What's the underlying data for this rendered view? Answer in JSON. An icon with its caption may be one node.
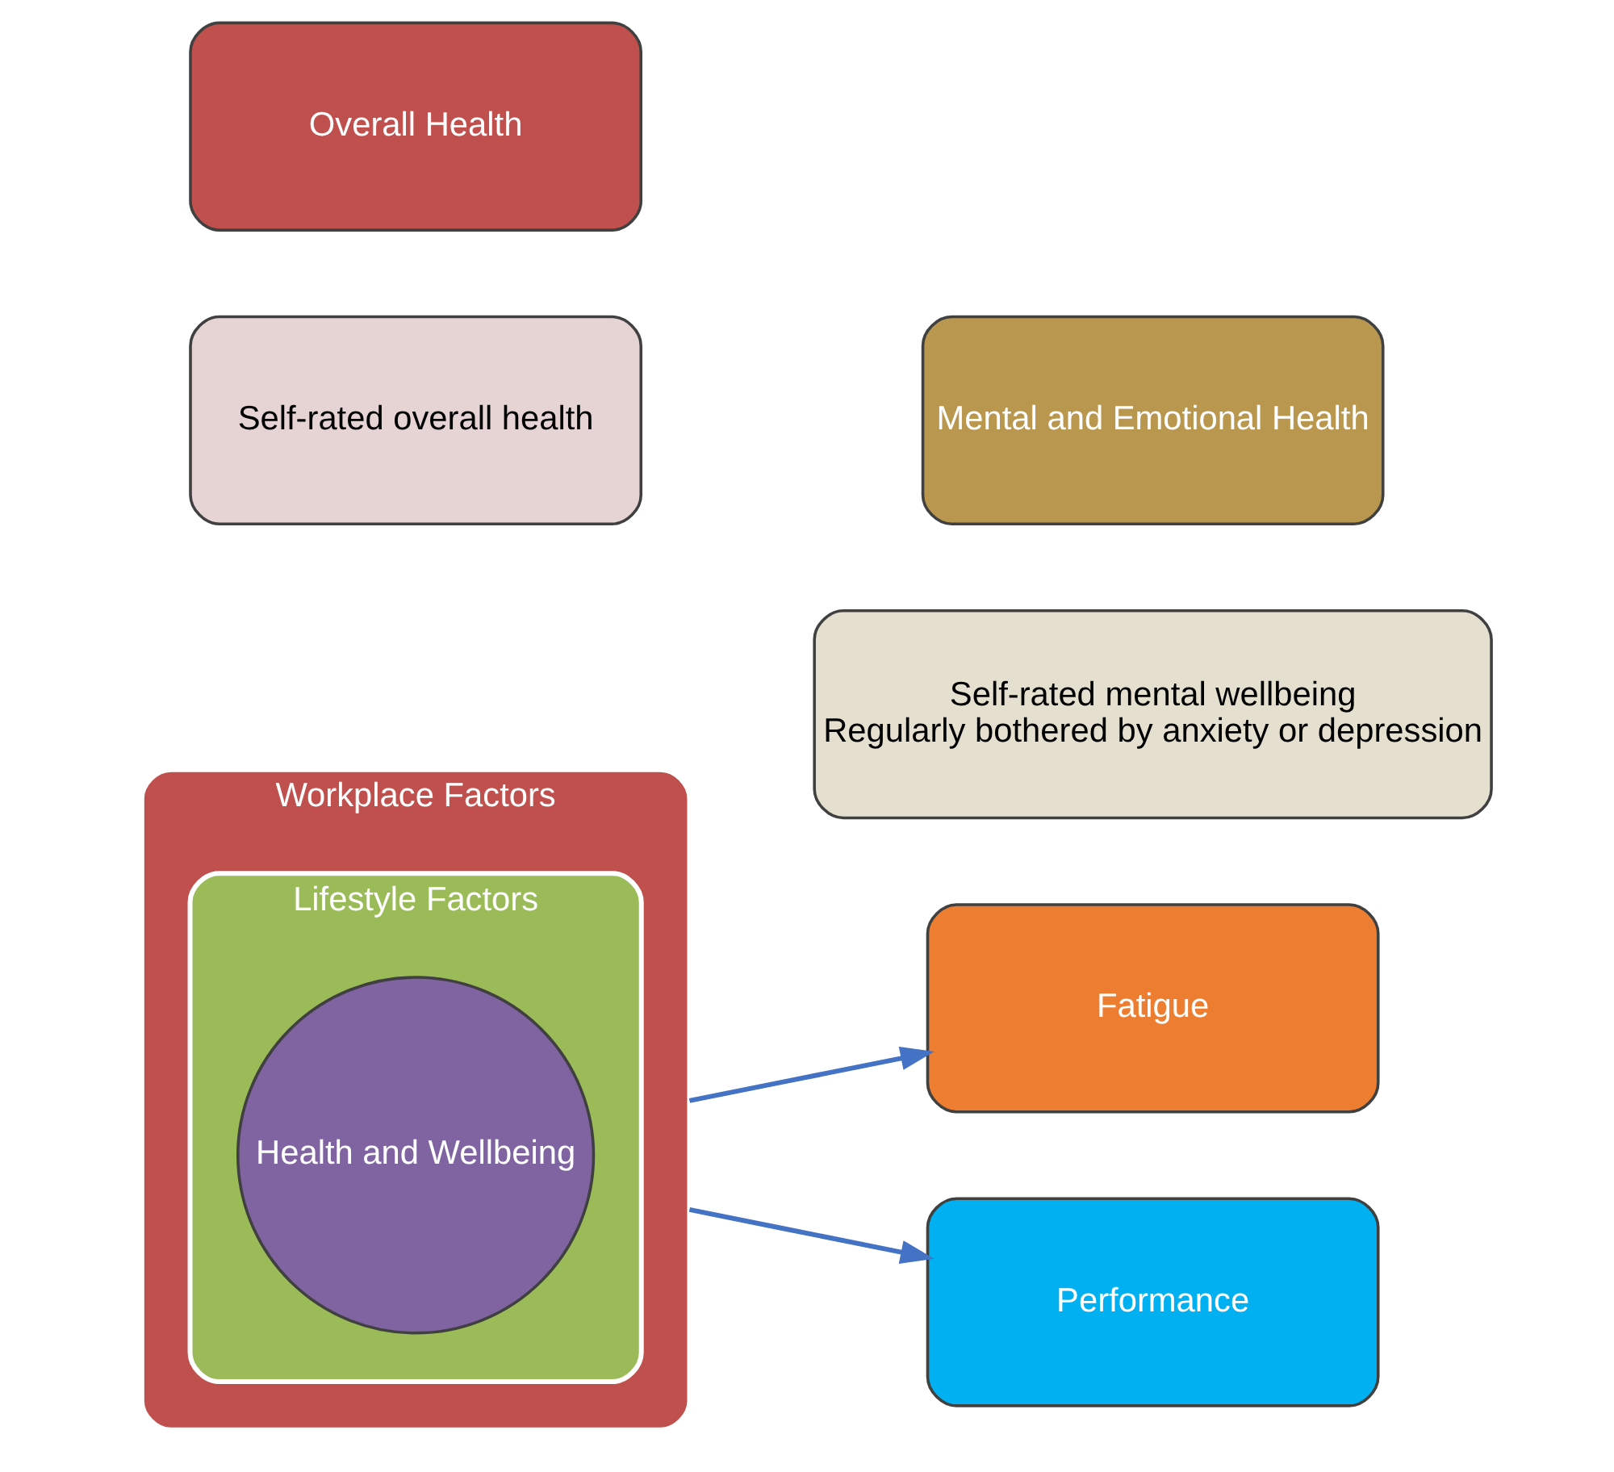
{
  "diagram": {
    "nodes": [
      {
        "text": [
          "Workplace Factors"
        ]
      },
      {
        "text": [
          "Lifestyle Factors"
        ],
        "in": 0
      },
      {
        "text": [
          "Health and Wellbeing"
        ],
        "in": 1
      },
      {
        "text": [
          "Fatigue"
        ]
      },
      {
        "text": [
          "Performance"
        ]
      },
      {
        "text": [
          "Overall Health"
        ]
      },
      {
        "text": [
          "Self-rated overall health"
        ]
      },
      {
        "text": [
          "Mental and Emotional Health"
        ]
      },
      {
        "text": [
          "Self-rated mental wellbeing",
          "Regularly bothered by anxiety or depression"
        ]
      }
    ],
    "edges": [
      {
        "from": 0,
        "to": 3,
        "arrow": "to"
      },
      {
        "from": 0,
        "to": 4,
        "arrow": "to"
      }
    ]
  }
}
